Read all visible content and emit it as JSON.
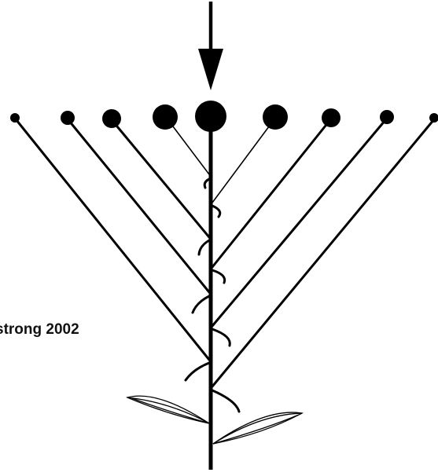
{
  "caption": "strong 2002",
  "colors": {
    "ink": "#000000",
    "background": "#ffffff",
    "caption": "#111111"
  },
  "elements": {
    "arrow": "down-arrow",
    "stem": "main-stem",
    "leaves": "basal-leaf-pair",
    "branches": "diagonal-branch-lines",
    "nodes": "flower-dots",
    "bracts": "curved-bracts"
  }
}
